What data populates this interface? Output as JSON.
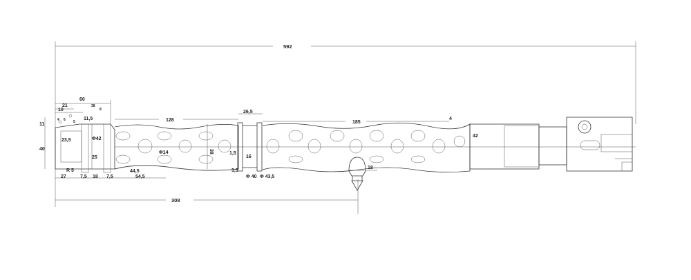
{
  "dimensions": {
    "overall_length": "592",
    "to_bipod": "308",
    "front_length": "60",
    "d21": "21",
    "d10": "10",
    "d38": "38",
    "d4": "4",
    "d6": "6",
    "d5": "5",
    "d8": "8",
    "d11_5": "11,5",
    "d11": "11",
    "d40": "40",
    "d23_5": "23,5",
    "phi42": "Φ42",
    "d25": "25",
    "r5": "R 5",
    "d27": "27",
    "d7_5a": "7,5",
    "d18a": "18",
    "d7_5b": "7,5",
    "d44_5": "44,5",
    "d54_5": "54,5",
    "phi14": "Φ14",
    "d128": "128",
    "d38_tube": "38",
    "d26_5": "26,5",
    "d1_5": "1,5",
    "d16": "16",
    "d3_5": "3,5",
    "phi40": "Φ 40",
    "phi43_5": "Φ 43,5",
    "d185": "185",
    "d18b": "18",
    "d4b": "4",
    "d42": "42"
  }
}
